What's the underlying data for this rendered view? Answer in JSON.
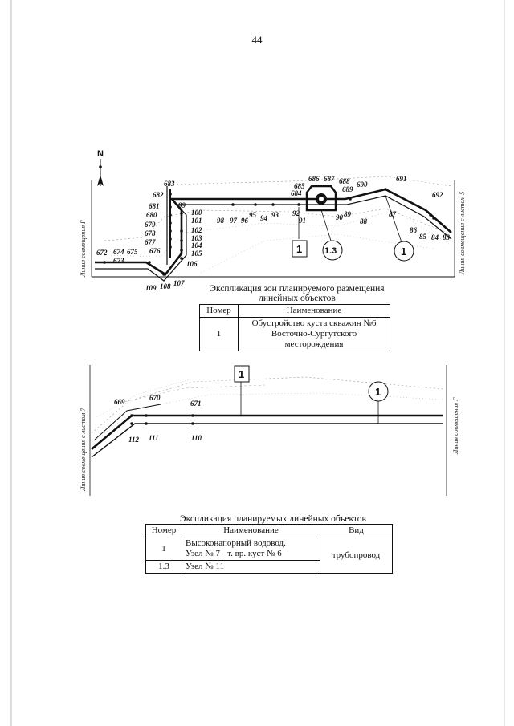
{
  "page": {
    "number": "44"
  },
  "north": "N",
  "sheet1": {
    "side_left": "Линия совмещения Г",
    "side_right": "Линия совмещения с листом 5",
    "markers": {
      "m1_box": "1",
      "m13": "1.3",
      "m1_circle": "1"
    },
    "nodes": {
      "n683": "683",
      "n682": "682",
      "n681": "681",
      "n680": "680",
      "n679": "679",
      "n678": "678",
      "n677": "677",
      "n676": "676",
      "n675": "675",
      "n674": "674",
      "n673": "673",
      "n672": "672",
      "n99": "99",
      "n100": "100",
      "n101": "101",
      "n102": "102",
      "n103": "103",
      "n104": "104",
      "n105": "105",
      "n106": "106",
      "n107": "107",
      "n108": "108",
      "n109": "109",
      "n98": "98",
      "n97": "97",
      "n96": "96",
      "n95": "95",
      "n94": "94",
      "n93": "93",
      "n92": "92",
      "n91": "91",
      "n686": "686",
      "n687": "687",
      "n688": "688",
      "n685": "685",
      "n684": "684",
      "n689": "689",
      "n690": "690",
      "n691": "691",
      "n692": "692",
      "n90": "90",
      "n89": "89",
      "n88": "88",
      "n87": "87",
      "n86": "86",
      "n85": "85",
      "n84": "84",
      "n83": "83"
    }
  },
  "zones_table": {
    "caption_line1": "Экспликация зон планируемого размещения",
    "caption_line2": "линейных объектов",
    "headers": [
      "Номер",
      "Наименование"
    ],
    "row": {
      "number": "1",
      "name_line1": "Обустройство куста скважин №6",
      "name_line2": "Восточно-Сургутского месторождения"
    }
  },
  "sheet2": {
    "side_left": "Линия совмещения с листом 7",
    "side_right": "Линия совмещения Г",
    "markers": {
      "m1_box": "1",
      "m1_circle": "1"
    },
    "nodes": {
      "n669": "669",
      "n670": "670",
      "n671": "671",
      "n112": "112",
      "n111": "111",
      "n110": "110"
    }
  },
  "objects_table": {
    "caption": "Экспликация планируемых линейных объектов",
    "headers": [
      "Номер",
      "Наименование",
      "Вид"
    ],
    "rows": [
      {
        "number": "1",
        "name_line1": "Высоконапорный водовод.",
        "name_line2": "Узел № 7 - т. вр. куст № 6"
      },
      {
        "number": "1.3",
        "name_line1": "Узел № 11"
      }
    ],
    "kind": "трубопровод"
  }
}
